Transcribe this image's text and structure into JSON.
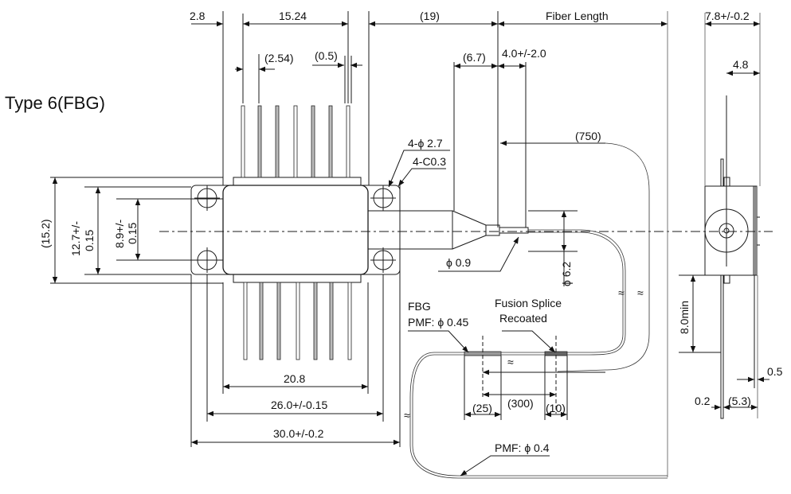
{
  "title": "Type 6(FBG)",
  "top_view": {
    "dims": {
      "pin_offset": "2.8",
      "pin_span": "15.24",
      "pin_pitch": "(2.54)",
      "pin_width": "(0.5)",
      "snout_length": "(19)",
      "fiber_length": "Fiber Length",
      "boot_length": "(6.7)",
      "fiber_strip": "4.0+/-2.0",
      "loop_length": "(750)",
      "hole": "4-ϕ 2.7",
      "chamfer": "4-C0.3",
      "fiber_diameter": "ϕ 0.9",
      "boot_diameter": "ϕ 6.2",
      "overall_height": "(15.2)",
      "flange_height": "12.7+/-\n0.15",
      "flange_height_line1": "12.7+/-",
      "flange_height_line2": "0.15",
      "body_height_line1": "8.9+/-",
      "body_height_line2": "0.15",
      "body_width": "20.8",
      "hole_spacing": "26.0+/-0.15",
      "overall_width": "30.0+/-0.2"
    },
    "fiber": {
      "fbg_label_line1": "FBG",
      "fbg_label_line2": "PMF: ϕ 0.45",
      "splice_label_line1": "Fusion Splice",
      "splice_label_line2": "Recoated",
      "fbg_length": "(25)",
      "fbg_to_splice": "(300)",
      "splice_length": "(10)",
      "pmf_label": "PMF: ϕ 0.4"
    }
  },
  "side_view": {
    "dims": {
      "overall_depth": "7.8+/-0.2",
      "axis_depth": "4.8",
      "pin_length": "8.0min",
      "pin_thickness": "0.5",
      "base_thickness": "0.2",
      "pin_offset": "(5.3)"
    }
  }
}
